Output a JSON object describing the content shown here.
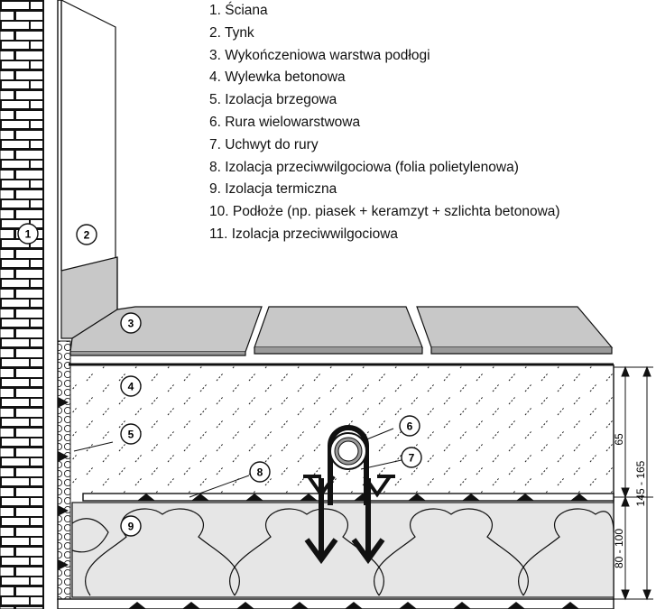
{
  "legend": [
    "1.  Ściana",
    "2.  Tynk",
    "3.  Wykończeniowa warstwa podłogi",
    "4.  Wylewka betonowa",
    "5.  Izolacja brzegowa",
    "6.  Rura wielowarstwowa",
    "7.  Uchwyt do rury",
    "8.  Izolacja przeciwwilgociowa (folia polietylenowa)",
    "9.  Izolacja termiczna",
    "10. Podłoże (np. piasek + keramzyt + szlichta betonowa)",
    "11. Izolacja przeciwwilgociowa"
  ],
  "callouts": [
    "1",
    "2",
    "3",
    "4",
    "5",
    "6",
    "7",
    "8",
    "9"
  ],
  "dimensions": {
    "screed": "65",
    "total": "145 - 165",
    "insulation": "80 - 100"
  },
  "colors": {
    "ink": "#111111",
    "tile_fill": "#c8c8c8",
    "layer_fill": "#e6e6e6",
    "screed_fill": "#ffffff"
  }
}
